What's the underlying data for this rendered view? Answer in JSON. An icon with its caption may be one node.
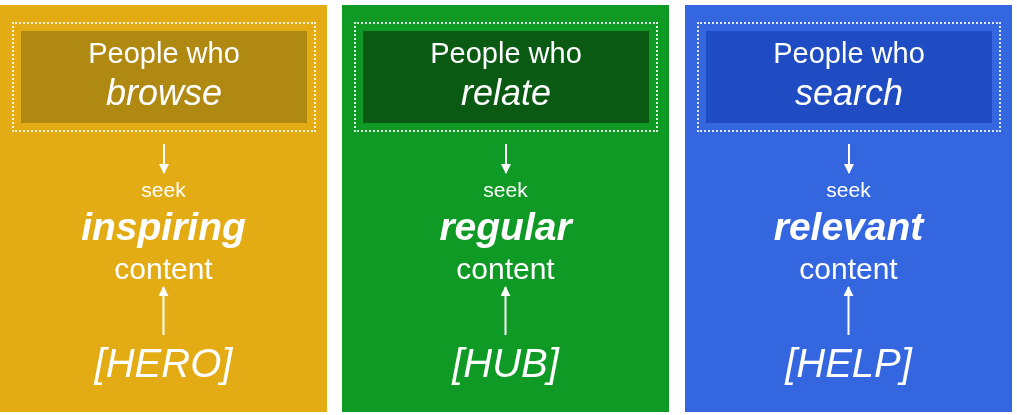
{
  "diagram": {
    "nodes": [
      {
        "text": [],
        "shape": "box"
      },
      {
        "text": [
          "People who *browse*"
        ],
        "in": 0
      },
      {
        "text": [
          "seek",
          "inspiring",
          "content"
        ],
        "in": 0
      },
      {
        "text": [
          "[HERO]"
        ],
        "in": 0
      },
      {
        "text": [],
        "shape": "box"
      },
      {
        "text": [
          "People who *relate*"
        ],
        "in": 4
      },
      {
        "text": [
          "seek",
          "regular",
          "content"
        ],
        "in": 4
      },
      {
        "text": [
          "[HUB]"
        ],
        "in": 4
      },
      {
        "text": [],
        "shape": "box"
      },
      {
        "text": [
          "People who *search*"
        ],
        "in": 8
      },
      {
        "text": [
          "seek",
          "relevant",
          "content"
        ],
        "in": 8
      },
      {
        "text": [
          "[HELP]"
        ],
        "in": 8
      }
    ],
    "edges": [
      {
        "from": 1,
        "to": 2,
        "arrow": "to"
      },
      {
        "from": 3,
        "to": 2,
        "arrow": "to"
      },
      {
        "from": 5,
        "to": 6,
        "arrow": "to"
      },
      {
        "from": 7,
        "to": 6,
        "arrow": "to"
      },
      {
        "from": 9,
        "to": 10,
        "arrow": "to"
      },
      {
        "from": 11,
        "to": 10,
        "arrow": "to"
      }
    ]
  }
}
